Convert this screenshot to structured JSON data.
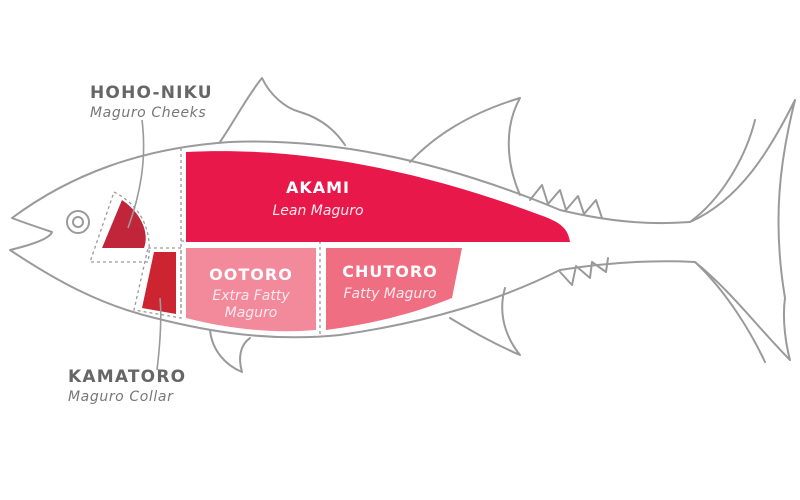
{
  "cuts": {
    "akami": {
      "name": "AKAMI",
      "sub": "Lean Maguro",
      "color": "#e8194a"
    },
    "ootoro": {
      "name": "OOTORO",
      "sub_line1": "Extra Fatty",
      "sub_line2": "Maguro",
      "color": "#f28a9c"
    },
    "chutoro": {
      "name": "CHUTORO",
      "sub": "Fatty Maguro",
      "color": "#f06e82"
    },
    "hohoniku": {
      "color": "#c0253a"
    },
    "kamatoro": {
      "color": "#cc2430"
    }
  },
  "callouts": {
    "hohoniku": {
      "name": "HOHO-NIKU",
      "sub": "Maguro Cheeks"
    },
    "kamatoro": {
      "name": "KAMATORO",
      "sub": "Maguro Collar"
    }
  },
  "colors": {
    "outline": "#9a9a9a",
    "callout_text": "#666666"
  }
}
